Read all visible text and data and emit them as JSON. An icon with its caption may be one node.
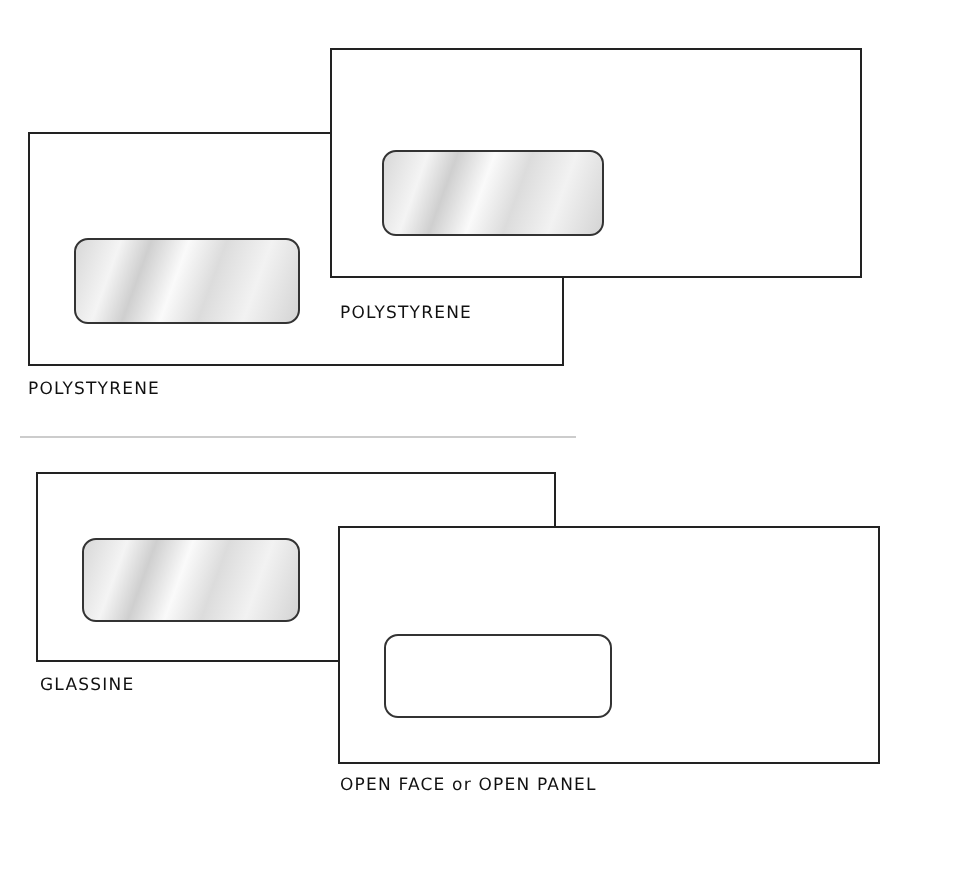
{
  "diagram": {
    "labels": [
      "POLYSTYRENE",
      "POLYSTYRENE",
      "GLASSINE",
      "OPEN FACE or OPEN PANEL"
    ]
  }
}
